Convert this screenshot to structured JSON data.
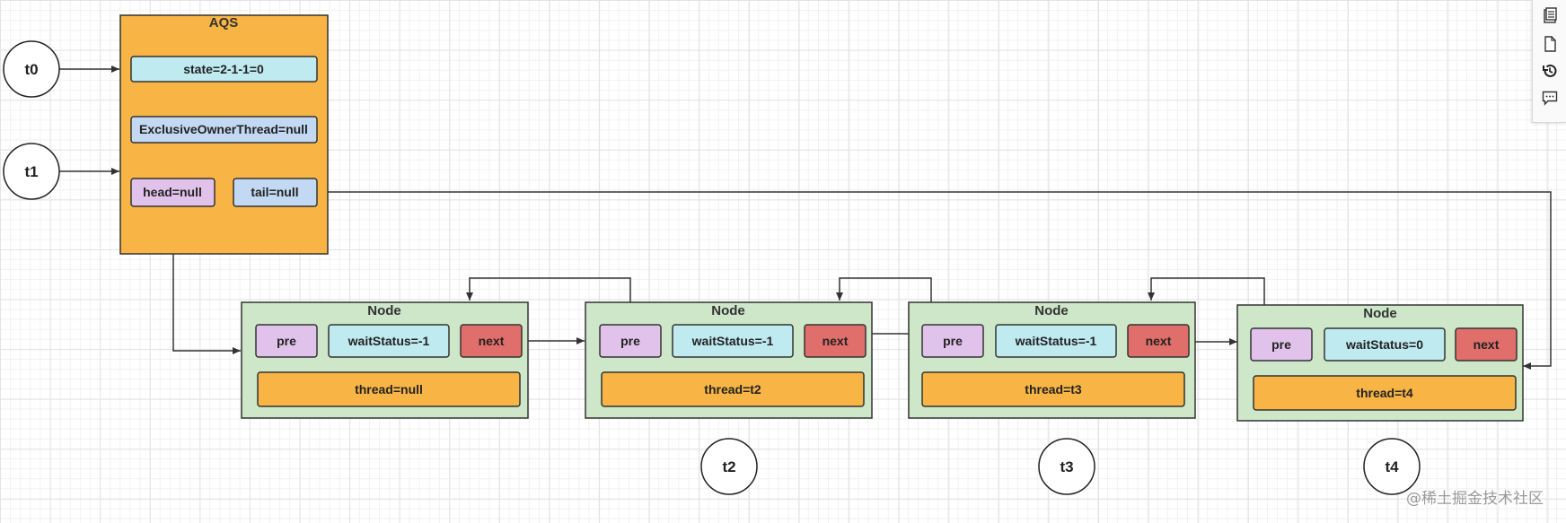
{
  "aqs": {
    "title": "AQS",
    "state": "state=2-1-1=0",
    "owner": "ExclusiveOwnerThread=null",
    "head": "head=null",
    "tail": "tail=null"
  },
  "threads": {
    "t0": "t0",
    "t1": "t1",
    "t2": "t2",
    "t3": "t3",
    "t4": "t4"
  },
  "nodes": [
    {
      "title": "Node",
      "pre": "pre",
      "waitStatus": "waitStatus=-1",
      "next": "next",
      "thread": "thread=null"
    },
    {
      "title": "Node",
      "pre": "pre",
      "waitStatus": "waitStatus=-1",
      "next": "next",
      "thread": "thread=t2"
    },
    {
      "title": "Node",
      "pre": "pre",
      "waitStatus": "waitStatus=-1",
      "next": "next",
      "thread": "thread=t3"
    },
    {
      "title": "Node",
      "pre": "pre",
      "waitStatus": "waitStatus=0",
      "next": "next",
      "thread": "thread=t4"
    }
  ],
  "toolbar": {
    "icons": [
      "format-panel-icon",
      "page-icon",
      "history-icon",
      "comment-icon"
    ]
  },
  "watermark": "@稀土掘金技术社区",
  "colors": {
    "aqs_fill": "#f8b445",
    "node_fill": "#cde7c8",
    "cyan": "#bfeaf0",
    "blue": "#c3d9f3",
    "purple": "#e0c2ea",
    "red": "#e06e6a",
    "orange": "#f8b445"
  }
}
